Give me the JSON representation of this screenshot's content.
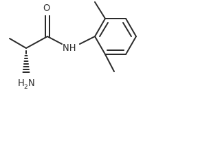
{
  "molecule": {
    "atoms": {
      "oxygen": "O",
      "amide_nitrogen": "NH",
      "amine_nitrogen": "N",
      "amine_hydrogens": "H",
      "amine_hydrogen_count": "2"
    },
    "colors": {
      "bond": "#2b2b2b",
      "label": "#2b2b2b",
      "background": "#ffffff"
    }
  }
}
